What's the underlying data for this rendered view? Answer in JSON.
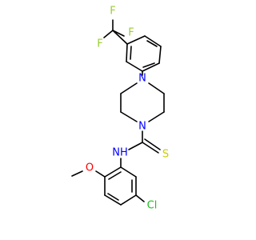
{
  "molecule": {
    "atoms": {
      "f_top": "F",
      "f_left": "F",
      "f_right": "F",
      "n_piperazine_top": "N",
      "n_piperazine_bottom": "N",
      "nh": "NH",
      "s": "S",
      "o": "O",
      "cl": "Cl"
    }
  },
  "colors": {
    "fluorine": "#9acd32",
    "nitrogen": "#0000ff",
    "sulfur": "#cccc00",
    "oxygen": "#ff0000",
    "chlorine": "#1fbf1f",
    "bond": "#000000"
  }
}
